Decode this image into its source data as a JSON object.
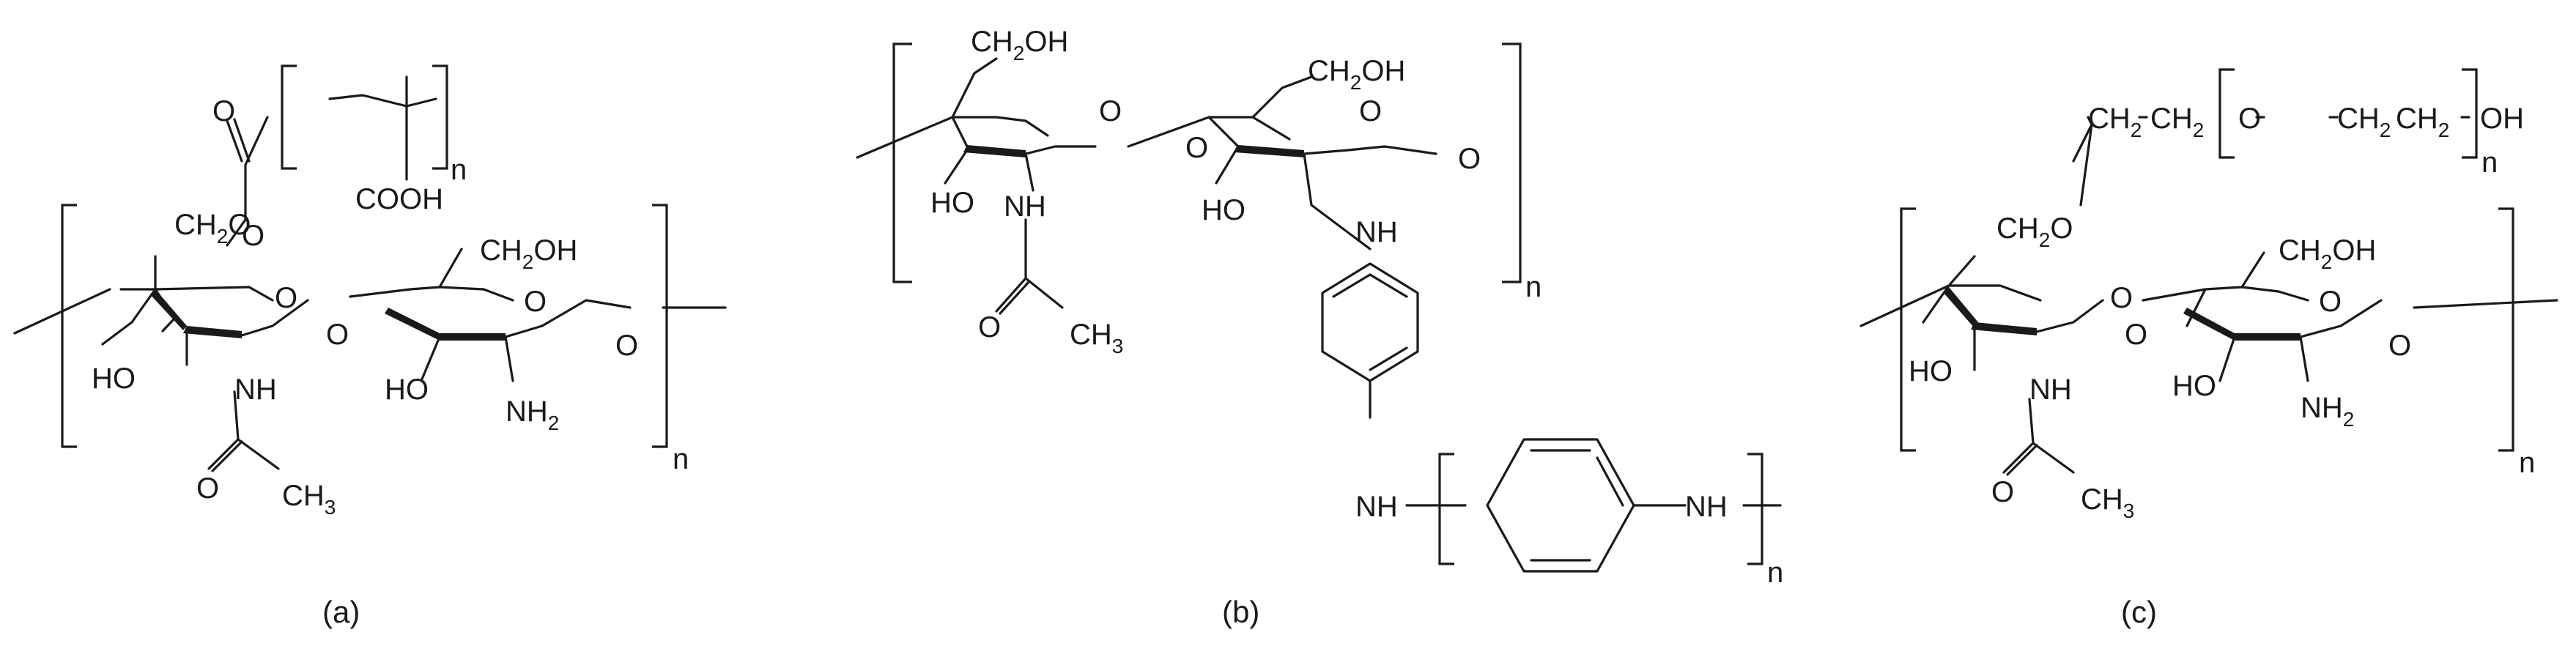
{
  "panels": [
    {
      "caption": "(a)",
      "chain_repeat": "n",
      "side_repeat": "n",
      "atoms": {
        "O_ring_left": "O",
        "O_ring_right": "O",
        "O_glyco": "O",
        "O_terminal": "O",
        "O_ester_double": "O",
        "O_ester": "O",
        "HO_left": "HO",
        "HO_right": "HO",
        "NH": "NH",
        "NH2_main": "NH",
        "NH2_sub": "2",
        "O_acetyl": "O",
        "CH3_main": "CH",
        "CH3_sub": "3",
        "CH2O_main": "CH",
        "CH2O_sub": "2",
        "CH2O_tail": "O",
        "CH2OH_main": "CH",
        "CH2OH_sub": "2",
        "CH2OH_tail": "OH",
        "COOH": "COOH"
      }
    },
    {
      "caption": "(b)",
      "chain_repeat": "n",
      "side_repeat": "n",
      "atoms": {
        "CH2OH1_main": "CH",
        "CH2OH1_sub": "2",
        "CH2OH1_tail": "OH",
        "CH2OH2_main": "CH",
        "CH2OH2_sub": "2",
        "CH2OH2_tail": "OH",
        "O_ring_left": "O",
        "O_ring_right": "O",
        "O_glyco": "O",
        "O_terminal": "O",
        "HO_left": "HO",
        "HO_right": "HO",
        "NH_left": "NH",
        "NH_right": "NH",
        "O_acetyl": "O",
        "CH3_main": "CH",
        "CH3_sub": "3",
        "NH_poly1": "NH",
        "NH_poly2": "NH"
      }
    },
    {
      "caption": "(c)",
      "chain_repeat": "n",
      "side_repeat": "n",
      "atoms": {
        "peg_ch2_1_main": "CH",
        "peg_ch2_1_sub": "2",
        "peg_ch2_2_main": "CH",
        "peg_ch2_2_sub": "2",
        "peg_O": "O",
        "peg_ch2_3_main": "CH",
        "peg_ch2_3_sub": "2",
        "peg_ch2_4_main": "CH",
        "peg_ch2_4_sub": "2",
        "peg_OH": "OH",
        "CH2O_main": "CH",
        "CH2O_sub": "2",
        "CH2O_tail": "O",
        "CH2OH_main": "CH",
        "CH2OH_sub": "2",
        "CH2OH_tail": "OH",
        "O_ring_left": "O",
        "O_ring_right": "O",
        "O_glyco": "O",
        "O_terminal": "O",
        "HO_left": "HO",
        "HO_right": "HO",
        "NH": "NH",
        "NH2_main": "NH",
        "NH2_sub": "2",
        "O_acetyl": "O",
        "CH3_main": "CH",
        "CH3_sub": "3"
      }
    }
  ]
}
